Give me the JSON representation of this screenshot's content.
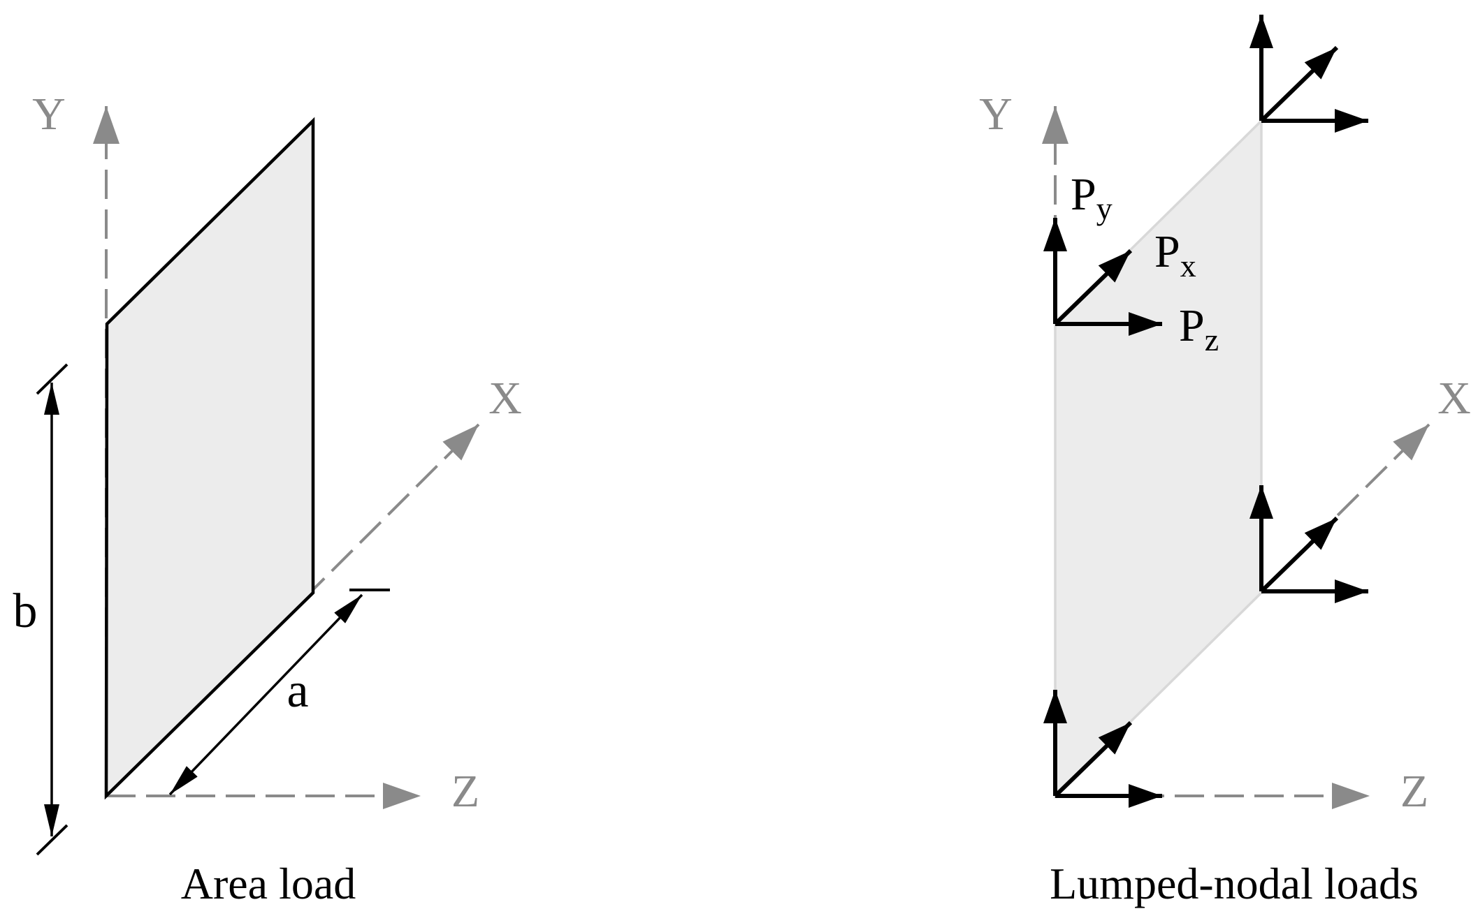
{
  "figure": {
    "left": {
      "caption": "Area load",
      "axes": {
        "x": "X",
        "y": "Y",
        "z": "Z"
      },
      "dimensions": {
        "width_label": "a",
        "height_label": "b"
      }
    },
    "right": {
      "caption": "Lumped-nodal loads",
      "axes": {
        "x": "X",
        "y": "Y",
        "z": "Z"
      },
      "loads": {
        "base": "P",
        "sub_x": "x",
        "sub_y": "y",
        "sub_z": "z"
      }
    },
    "colors": {
      "axis_gray": "#8a8a8a",
      "plate_fill": "#ececec",
      "plate_outline_left": "#000000",
      "plate_outline_right": "#d8d8d8",
      "ink": "#000000"
    }
  }
}
